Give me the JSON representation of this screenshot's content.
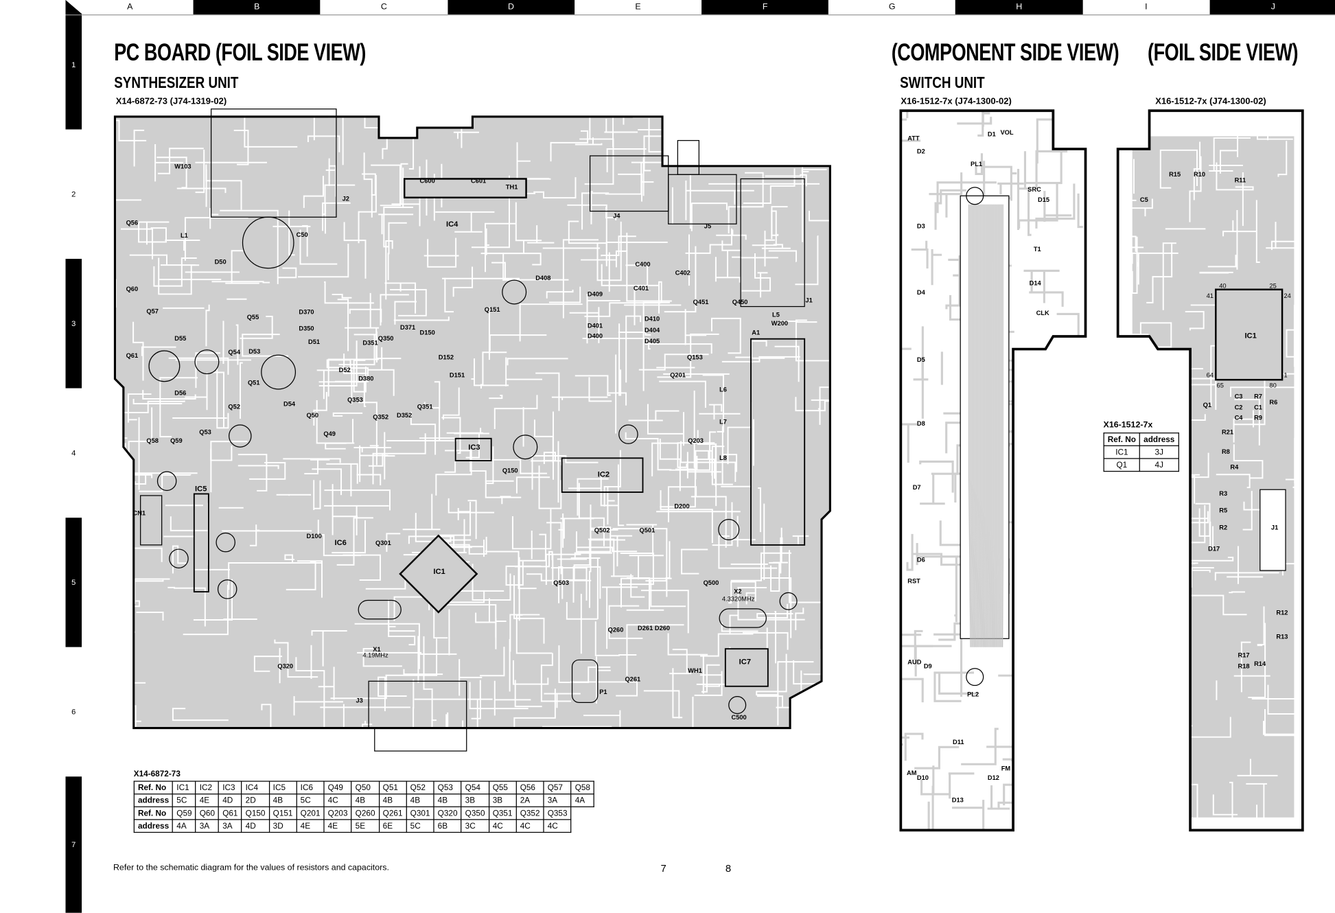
{
  "ruler": {
    "columns": [
      "A",
      "B",
      "C",
      "D",
      "E",
      "F",
      "G",
      "H",
      "I",
      "J"
    ],
    "rows": [
      "1",
      "2",
      "3",
      "4",
      "5",
      "6",
      "7"
    ]
  },
  "synth": {
    "title": "PC BOARD (FOIL SIDE VIEW)",
    "unit": "SYNTHESIZER UNIT",
    "code": "X14-6872-73 (J74-1319-02)",
    "labels": [
      "J2",
      "L1",
      "W103",
      "Q56",
      "Q60",
      "Q61",
      "Q57",
      "Q55",
      "D50",
      "C50",
      "D55",
      "D56",
      "Q54",
      "D53",
      "Q51",
      "Q52",
      "D54",
      "Q50",
      "Q49",
      "D51",
      "D370",
      "D350",
      "D371",
      "D52",
      "D380",
      "Q350",
      "D351",
      "Q353",
      "Q352",
      "D352",
      "Q351",
      "IC4",
      "C600",
      "C601",
      "TH1",
      "J4",
      "J5",
      "J1",
      "A1",
      "D150",
      "D152",
      "D151",
      "Q151",
      "D408",
      "D409",
      "D401",
      "D400",
      "D410",
      "D404",
      "D405",
      "Q451",
      "Q450",
      "Q153",
      "Q201",
      "Q203",
      "IC3",
      "IC2",
      "Q150",
      "IC5",
      "CN1",
      "IC1",
      "IC6",
      "D100",
      "Q301",
      "X1",
      "4.19MHz",
      "Q503",
      "Q502",
      "Q501",
      "D200",
      "Q500",
      "X2",
      "4.3320MHz",
      "IC7",
      "Q260",
      "D261",
      "D260",
      "Q261",
      "WH1",
      "P1",
      "J3",
      "Q320",
      "C500",
      "Q58",
      "Q59",
      "Q53",
      "L5",
      "L6",
      "L7",
      "L8",
      "W200",
      "C400",
      "C401",
      "C402"
    ]
  },
  "switch_comp": {
    "title": "(COMPONENT SIDE VIEW)",
    "unit": "SWITCH UNIT",
    "code": "X16-1512-7x (J74-1300-02)",
    "labels": [
      "D1",
      "D2",
      "ATT",
      "VOL",
      "D15",
      "SRC",
      "PL1",
      "D3",
      "D4",
      "D14",
      "T1",
      "CLK",
      "D5",
      "D8",
      "D7",
      "D6",
      "RST",
      "D9",
      "AUD",
      "PL2",
      "D11",
      "D10",
      "AM",
      "D12",
      "FM",
      "D13"
    ]
  },
  "switch_foil": {
    "title": "(FOIL SIDE VIEW)",
    "code": "X16-1512-7x (J74-1300-02)",
    "labels": [
      "R15",
      "R10",
      "R11",
      "C5",
      "IC1",
      "Q1",
      "C3",
      "R7",
      "C2",
      "C1",
      "C4",
      "R9",
      "R6",
      "R21",
      "R8",
      "R4",
      "R3",
      "R5",
      "R2",
      "J1",
      "D17",
      "R12",
      "R13",
      "R17",
      "R18",
      "R14",
      "40",
      "25",
      "41",
      "24",
      "64",
      "1",
      "65",
      "80"
    ]
  },
  "synth_table": {
    "caption": "X14-6872-73",
    "rows": [
      {
        "header": "Ref. No",
        "cells": [
          "IC1",
          "IC2",
          "IC3",
          "IC4",
          "IC5",
          "IC6",
          "Q49",
          "Q50",
          "Q51",
          "Q52",
          "Q53",
          "Q54",
          "Q55",
          "Q56",
          "Q57",
          "Q58"
        ]
      },
      {
        "header": "address",
        "cells": [
          "5C",
          "4E",
          "4D",
          "2D",
          "4B",
          "5C",
          "4C",
          "4B",
          "4B",
          "4B",
          "4B",
          "3B",
          "3B",
          "2A",
          "3A",
          "4A"
        ]
      },
      {
        "header": "Ref. No",
        "cells": [
          "Q59",
          "Q60",
          "Q61",
          "Q150",
          "Q151",
          "Q201",
          "Q203",
          "Q260",
          "Q261",
          "Q301",
          "Q320",
          "Q350",
          "Q351",
          "Q352",
          "Q353"
        ]
      },
      {
        "header": "address",
        "cells": [
          "4A",
          "3A",
          "3A",
          "4D",
          "3D",
          "4E",
          "4E",
          "5E",
          "6E",
          "5C",
          "6B",
          "3C",
          "4C",
          "4C",
          "4C"
        ]
      }
    ]
  },
  "switch_table": {
    "caption": "X16-1512-7x",
    "headers": [
      "Ref. No",
      "address"
    ],
    "rows": [
      [
        "IC1",
        "3J"
      ],
      [
        "Q1",
        "4J"
      ]
    ]
  },
  "footer": {
    "note": "Refer to the schematic diagram for the values of resistors and capacitors.",
    "page_left": "7",
    "page_right": "8"
  },
  "colors": {
    "trace": "#cfcfcf",
    "outline": "#000000"
  }
}
